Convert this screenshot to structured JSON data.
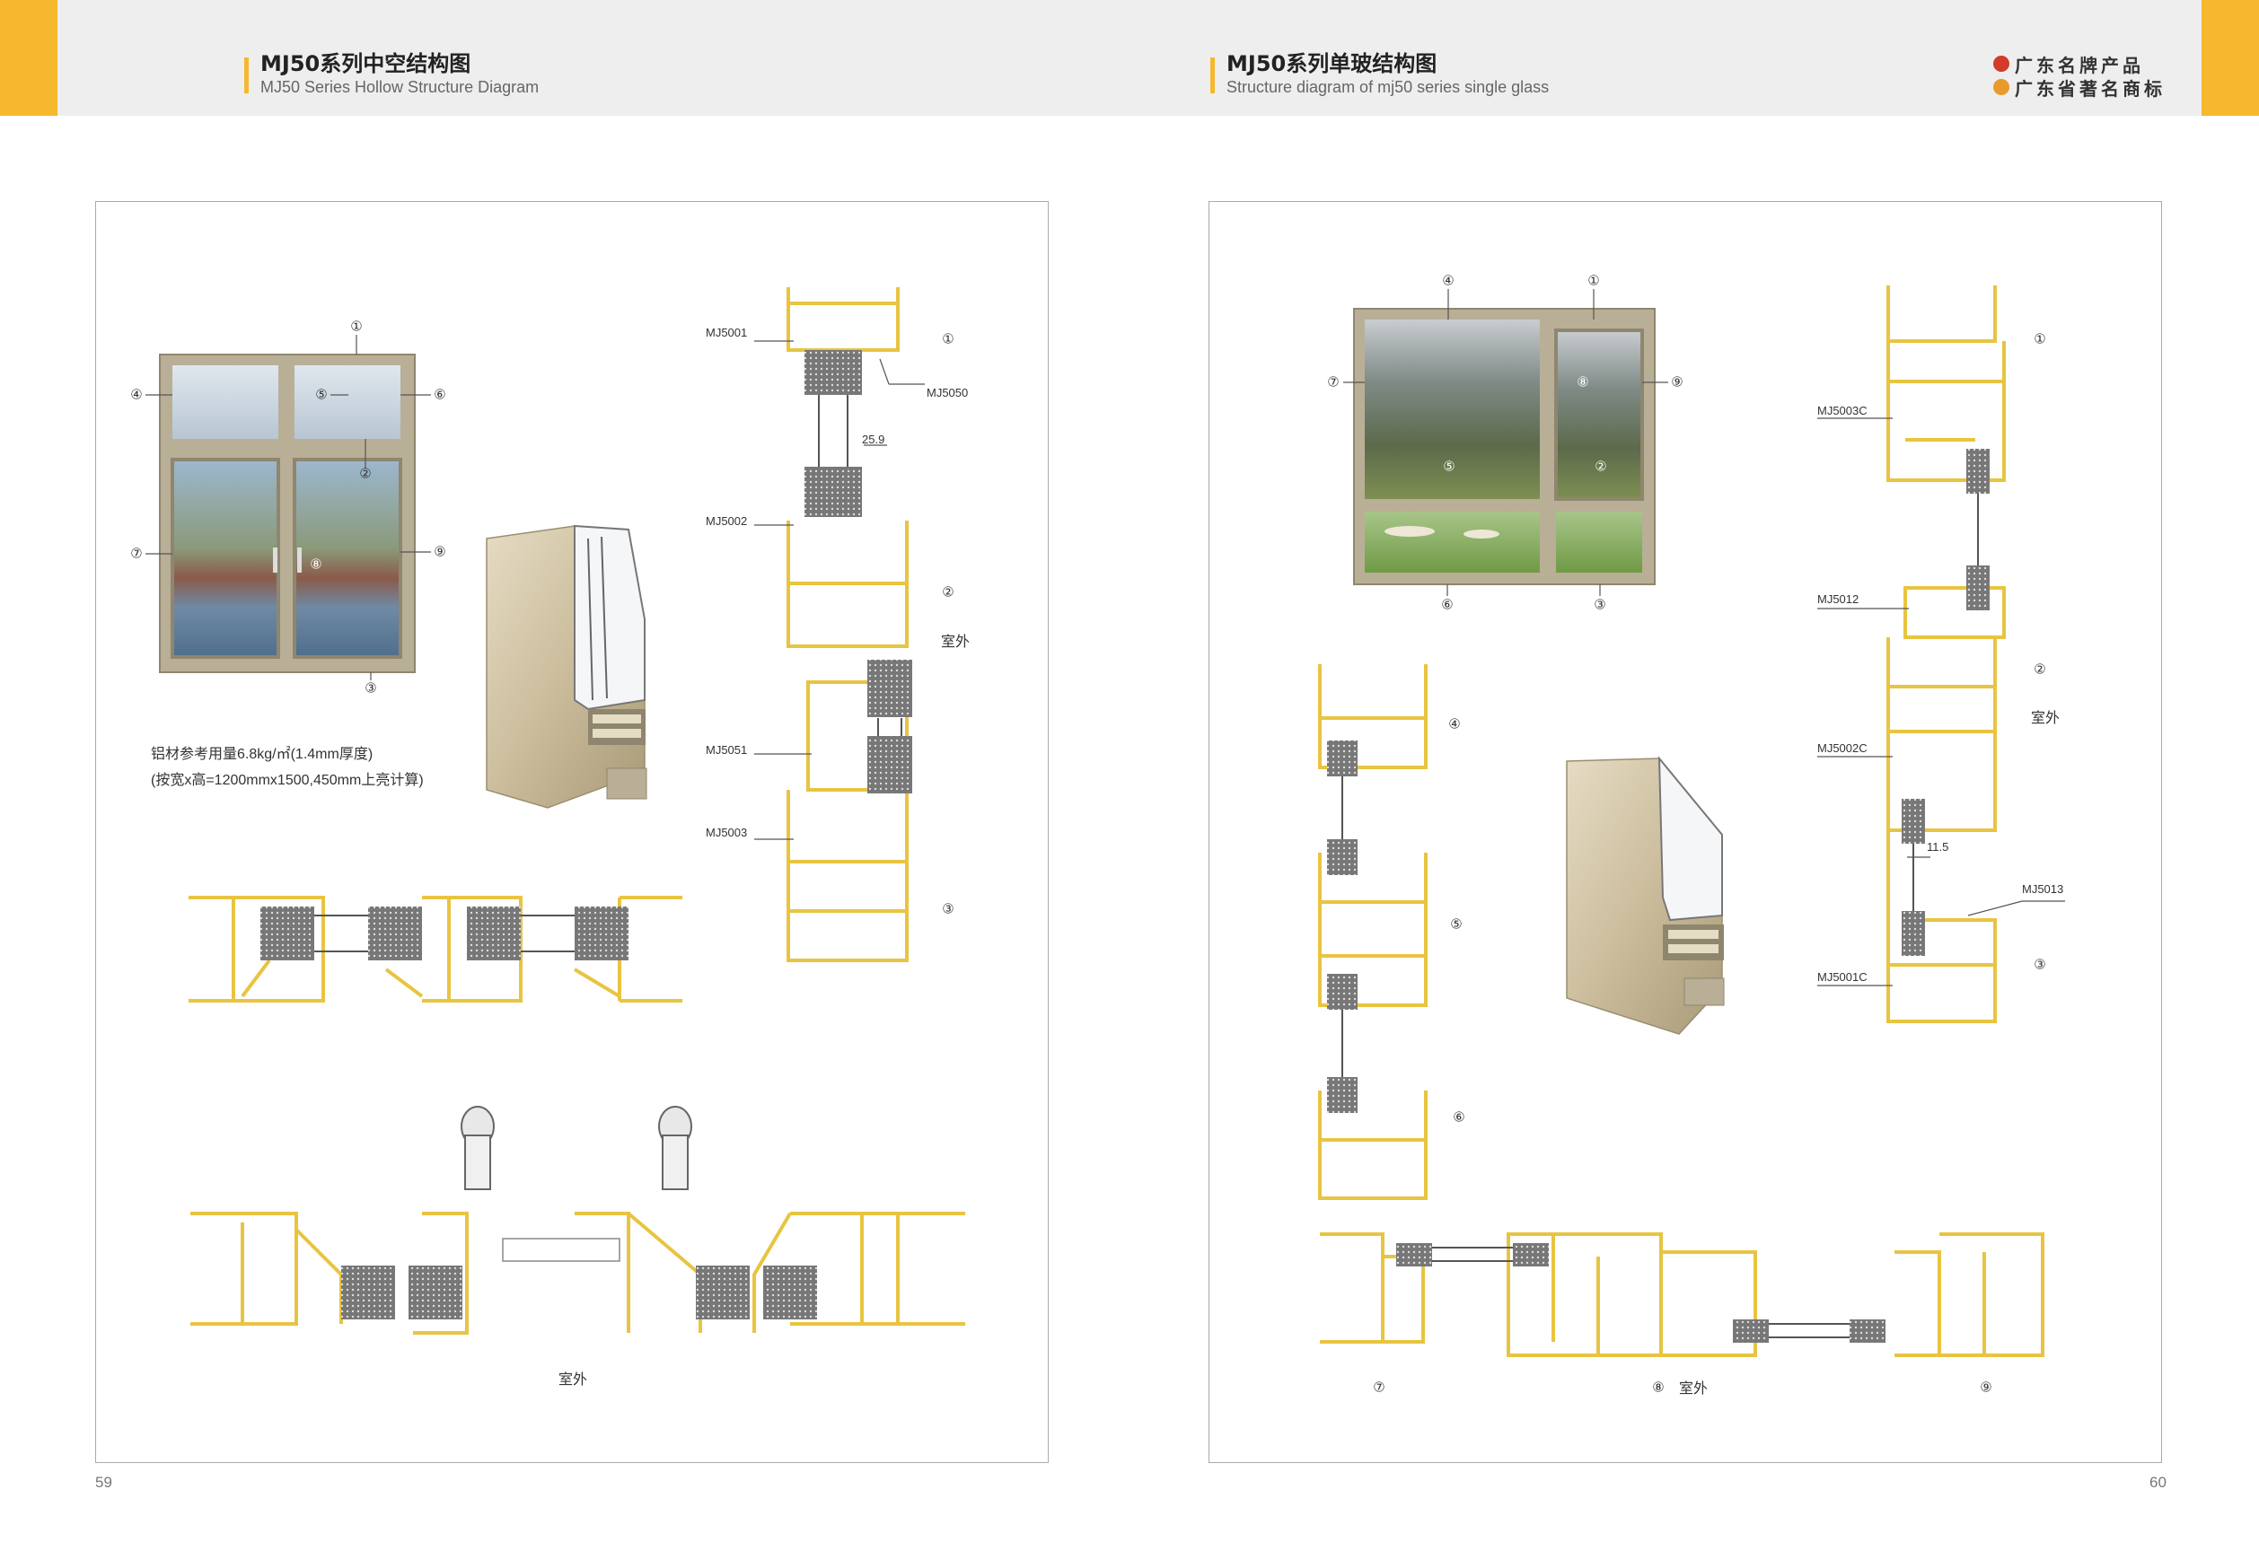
{
  "colors": {
    "accent": "#F5B82E",
    "profile": "#E8C441",
    "frame": "#B9AF97",
    "header_bg": "#EEEEEF",
    "brand_red": "#D23A2A"
  },
  "left": {
    "title_zh": "MJ50系列中空结构图",
    "title_en": "MJ50 Series Hollow Structure Diagram",
    "note_line1": "铝材参考用量6.8kg/㎡(1.4mm厚度)",
    "note_line2": "(按宽x高=1200mmx1500,450mm上亮计算)",
    "outdoor_1": "室外",
    "outdoor_2": "室外",
    "codes": [
      "MJ5001",
      "MJ5050",
      "MJ5002",
      "MJ5051",
      "MJ5003"
    ],
    "dimension": "25.9",
    "page_number": "59",
    "callouts": [
      "①",
      "②",
      "③",
      "④",
      "⑤",
      "⑥",
      "⑦",
      "⑧",
      "⑨"
    ]
  },
  "right": {
    "title_zh": "MJ50系列单玻结构图",
    "title_en": "Structure diagram of mj50 series single glass",
    "outdoor_1": "室外",
    "outdoor_2": "室外",
    "codes": [
      "MJ5003C",
      "MJ5012",
      "MJ5002C",
      "MJ5013",
      "MJ5001C"
    ],
    "dimension": "11.5",
    "page_number": "60",
    "callouts": [
      "①",
      "②",
      "③",
      "④",
      "⑤",
      "⑥",
      "⑦",
      "⑧",
      "⑨"
    ]
  },
  "brand": {
    "line1": "广东名牌产品",
    "line2": "广东省著名商标"
  }
}
